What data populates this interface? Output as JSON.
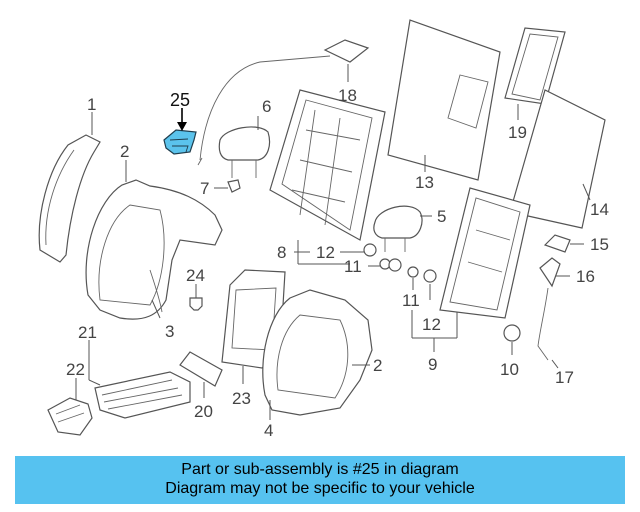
{
  "diagram": {
    "highlight_color": "#5bc3ec",
    "banner_color": "#56c2f0",
    "callouts": {
      "n1": "1",
      "n2a": "2",
      "n2b": "2",
      "n3": "3",
      "n4": "4",
      "n5": "5",
      "n6": "6",
      "n7": "7",
      "n8": "8",
      "n9": "9",
      "n10": "10",
      "n11a": "11",
      "n11b": "11",
      "n12a": "12",
      "n12b": "12",
      "n13": "13",
      "n14": "14",
      "n15": "15",
      "n16": "16",
      "n17": "17",
      "n18": "18",
      "n19": "19",
      "n20": "20",
      "n21": "21",
      "n22": "22",
      "n23": "23",
      "n24": "24",
      "n25": "25"
    }
  },
  "banner": {
    "line1": "Part or sub-assembly is #25 in diagram",
    "line2": "Diagram may not be specific to your vehicle"
  }
}
